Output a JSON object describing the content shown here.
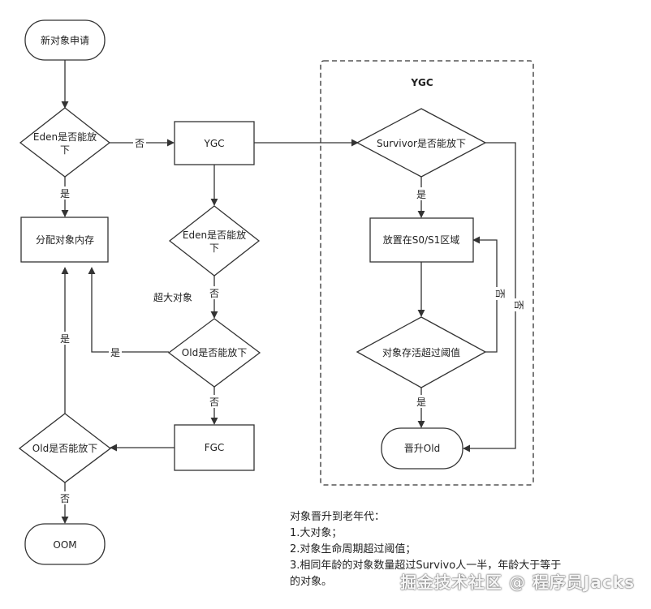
{
  "group": {
    "title": "YGC"
  },
  "nodes": {
    "apply": "新对象申请",
    "eden_check_1": [
      "Eden是否能放",
      "下"
    ],
    "alloc": "分配对象内存",
    "ygc": "YGC",
    "eden_check_2": [
      "Eden是否能放",
      "下"
    ],
    "old_check_1": "Old是否能放下",
    "fgc": "FGC",
    "old_check_2": "Old是否能放下",
    "oom": "OOM",
    "survivor_check": "Survivor是否能放下",
    "s0s1": "放置在S0/S1区域",
    "threshold": "对象存活超过阈值",
    "promote": "晋升Old"
  },
  "edge_labels": {
    "eden1_no": "否",
    "eden1_yes": "是",
    "eden2_big": "超大对象",
    "eden2_no": "否",
    "old1_yes": "是",
    "old1_no": "否",
    "old2_yes": "是",
    "old2_no": "否",
    "surv_yes": "是",
    "surv_no": "否",
    "thr_no": "否",
    "thr_yes": "是"
  },
  "notes": {
    "title": "对象晋升到老年代：",
    "items": [
      "1.大对象；",
      "2.对象生命周期超过阈值；",
      "3.相同年龄的对象数量超过Survivo人一半，年龄大于等于",
      "的对象。"
    ]
  },
  "watermark": "掘金技术社区 @ 程序员Jacks",
  "colors": {
    "stroke": "#333333",
    "fill": "#ffffff",
    "text": "#222222"
  }
}
